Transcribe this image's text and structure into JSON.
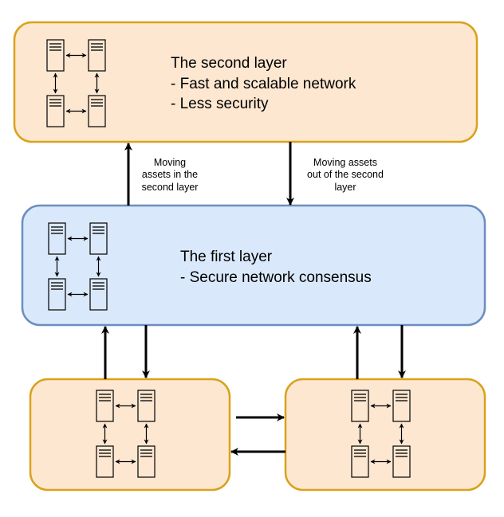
{
  "second_layer": {
    "lines": [
      "The second layer",
      "- Fast and scalable network",
      "- Less security"
    ]
  },
  "first_layer": {
    "lines": [
      "The first layer",
      "- Secure network consensus"
    ]
  },
  "edges": {
    "moving_in": [
      "Moving",
      "assets in the",
      "second layer"
    ],
    "moving_out": [
      "Moving assets",
      "out of the second",
      "layer"
    ]
  },
  "colors": {
    "orange_fill": "#fde7d1",
    "orange_stroke": "#d9a21b",
    "blue_fill": "#dae8fc",
    "blue_stroke": "#6c8ebf",
    "arrow": "#000000"
  },
  "icons": {
    "node": "server-icon"
  }
}
